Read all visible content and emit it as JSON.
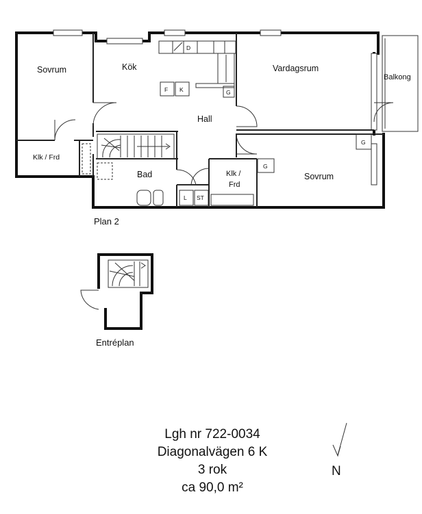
{
  "rooms": {
    "sovrum_1": "Sovrum",
    "kok": "Kök",
    "vardagsrum": "Vardagsrum",
    "balkong": "Balkong",
    "hall": "Hall",
    "klk_frd_1": "Klk / Frd",
    "bad": "Bad",
    "klk_frd_2_line1": "Klk /",
    "klk_frd_2_line2": "Frd",
    "sovrum_2": "Sovrum"
  },
  "fixtures": {
    "diskmaskin": "D",
    "frys": "F",
    "kyl": "K",
    "garderob": "G",
    "tvattmaskin": "L",
    "torktumlare": "ST"
  },
  "captions": {
    "plan2": "Plan 2",
    "entreplan": "Entréplan"
  },
  "info": {
    "apartment_no": "Lgh nr 722-0034",
    "address": "Diagonalvägen 6 K",
    "rooms": "3 rok",
    "area": "ca 90,0 m²"
  },
  "compass": {
    "north": "N"
  }
}
